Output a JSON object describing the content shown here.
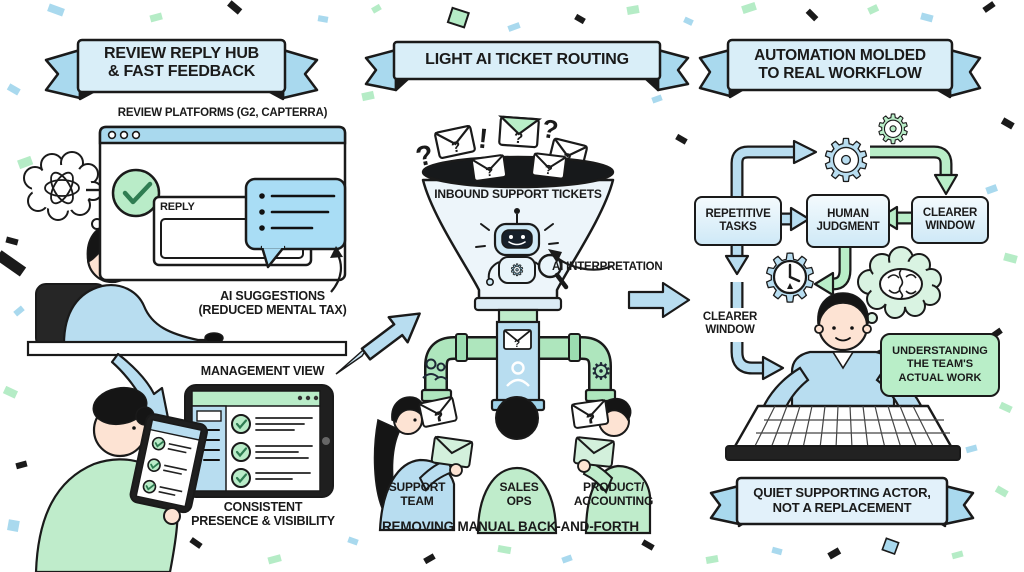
{
  "glyphs": {
    "question": "?",
    "exclamation": "!",
    "gear": "⚙"
  },
  "left": {
    "banner": "REVIEW REPLY HUB\n& FAST FEEDBACK",
    "platforms": "REVIEW PLATFORMS (G2, CAPTERRA)",
    "reply": "REPLY",
    "ai_suggestions": "AI SUGGESTIONS\n(REDUCED MENTAL TAX)",
    "management": "MANAGEMENT VIEW",
    "consistent": "CONSISTENT\nPRESENCE & VISIBILITY"
  },
  "middle": {
    "banner": "LIGHT AI TICKET ROUTING",
    "funnel": "INBOUND SUPPORT TICKETS",
    "interpretation": "AI INTERPRETATION",
    "team_support": "SUPPORT\nTEAM",
    "team_sales": "SALES\nOPS",
    "team_product": "PRODUCT/\nACCOUNTING",
    "footer": "REMOVING MANUAL BACK-AND-FORTH"
  },
  "right": {
    "banner": "AUTOMATION MOLDED\nTO REAL WORKFLOW",
    "box_repetitive": "REPETITIVE\nTASKS",
    "box_human": "HUMAN\nJUDGMENT",
    "box_clearer": "CLEARER\nWINDOW",
    "clearer_label": "CLEARER\nWINDOW",
    "bubble": "UNDERSTANDING\nTHE TEAM'S\nACTUAL WORK",
    "footer_banner": "QUIET SUPPORTING ACTOR,\nNOT A REPLACEMENT"
  },
  "colors": {
    "blue_light": "#cfe9f7",
    "blue_mid": "#a9d9ee",
    "blue_fill": "#b8ddf0",
    "green_light": "#b9eec8",
    "outline": "#1a1a1a",
    "banner_fill": "#d9eef8"
  }
}
